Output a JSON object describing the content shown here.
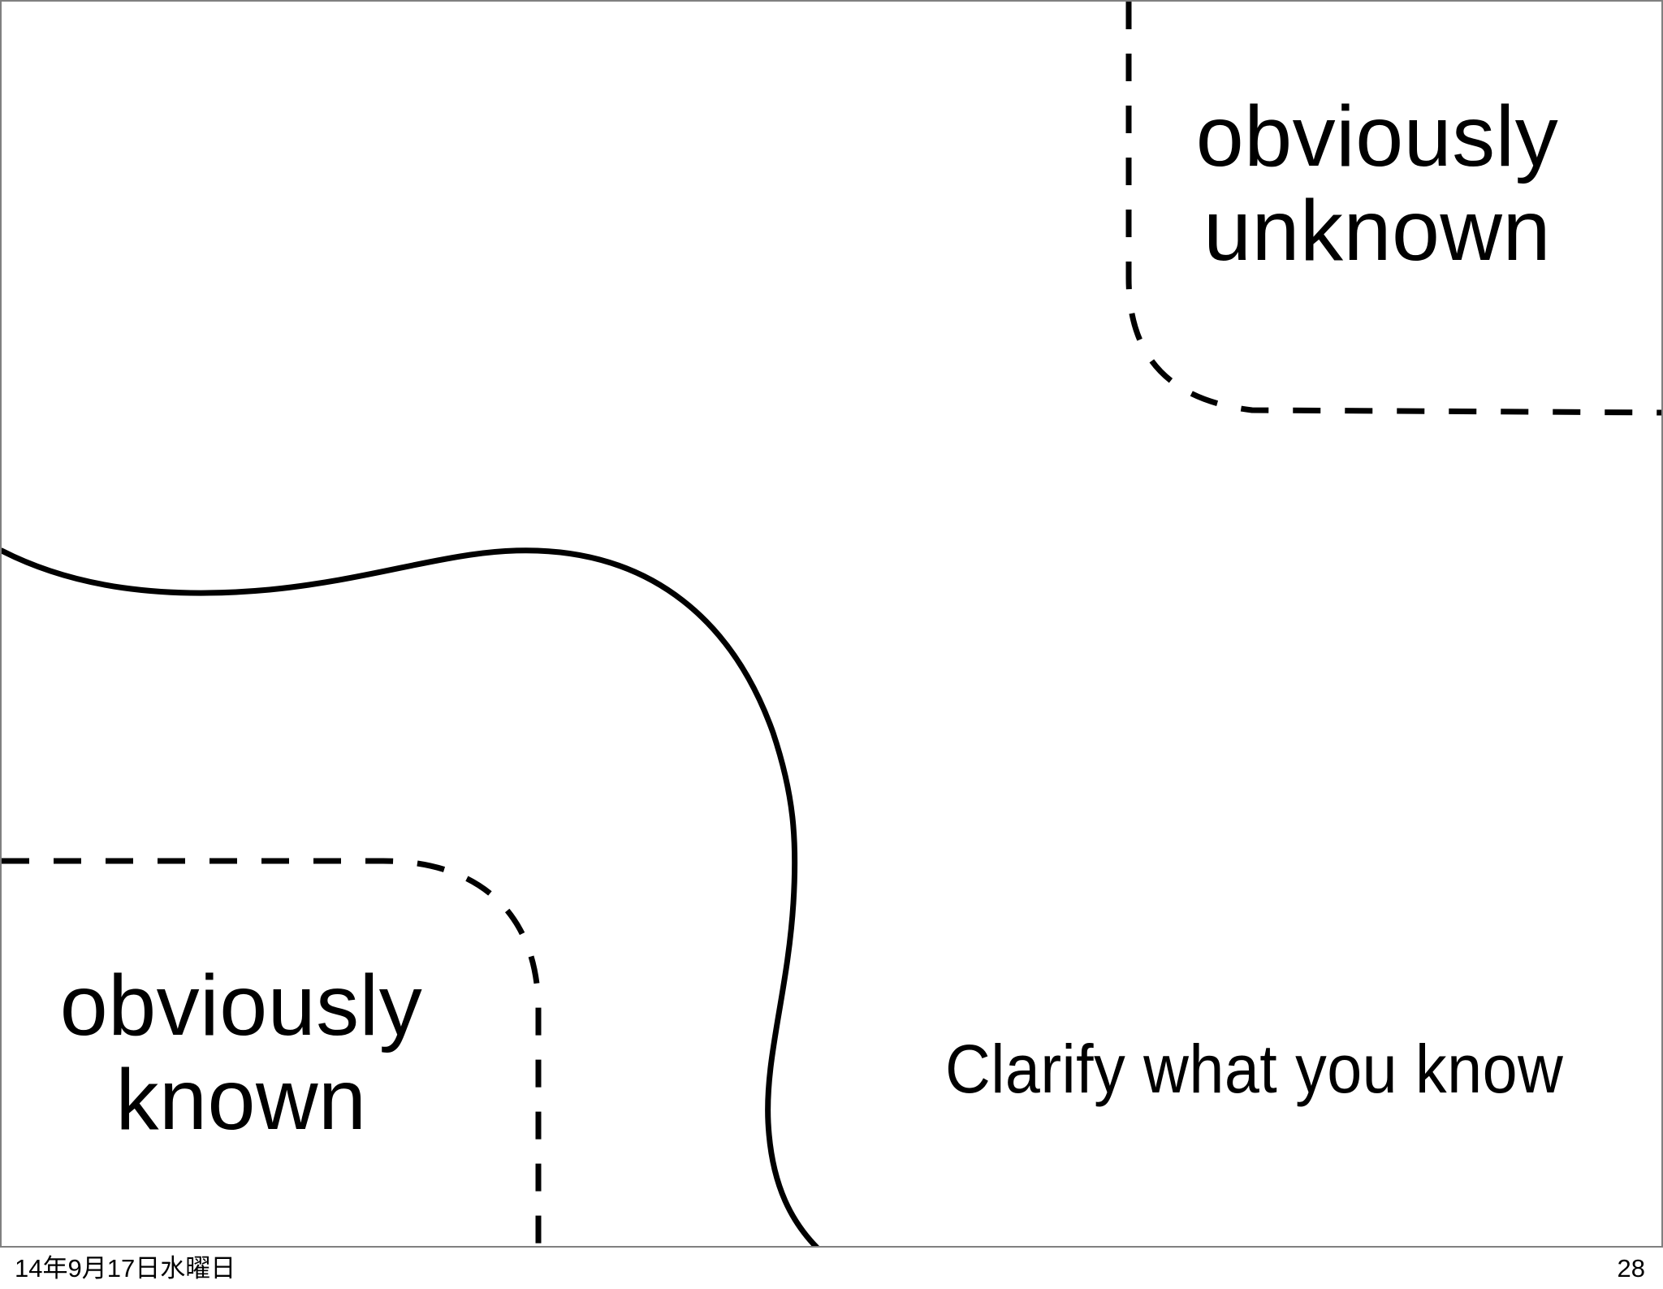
{
  "slide": {
    "page_number": "28",
    "footer_date": "14年9月17日水曜日",
    "background_color": "#ffffff",
    "stroke_color": "#000000",
    "frame_border_color": "#808080"
  },
  "labels": {
    "obviously_unknown": "obviously\nunknown",
    "obviously_known": "obviously\nknown",
    "clarify": "Clarify what you know"
  },
  "diagram": {
    "solid_curve_name": "known-region-boundary",
    "dashed_curve_top_right_name": "unknown-region-boundary",
    "dashed_curve_bottom_left_name": "known-core-boundary",
    "solid_stroke_width": "7",
    "dashed_stroke_width": "7",
    "dash_pattern": "34 30"
  }
}
